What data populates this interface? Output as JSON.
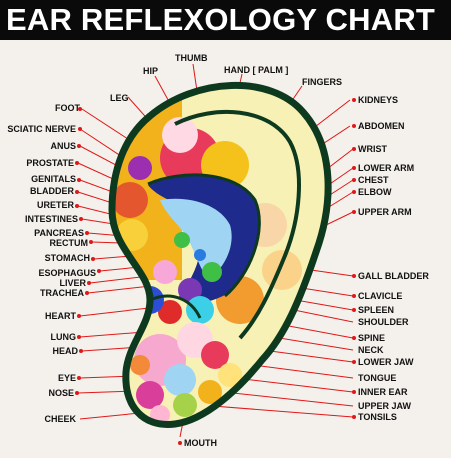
{
  "title": "EAR REFLEXOLOGY CHART",
  "colors": {
    "leader": "#e01818",
    "outline": "#0d3a1e",
    "title_bg": "#0a0a0a"
  },
  "labels": {
    "thumb": "THUMB",
    "hip": "HIP",
    "hand_palm": "HAND [ PALM ]",
    "fingers": "FINGERS",
    "leg": "LEG",
    "kidneys": "KIDNEYS",
    "foot": "FOOT",
    "sciatic_nerve": "SCIATIC NERVE",
    "abdomen": "ABDOMEN",
    "anus": "ANUS",
    "wrist": "WRIST",
    "prostate": "PROSTATE",
    "lower_arm": "LOWER ARM",
    "genitals": "GENITALS",
    "chest": "CHEST",
    "bladder": "BLADDER",
    "elbow": "ELBOW",
    "ureter": "URETER",
    "upper_arm": "UPPER ARM",
    "intestines": "INTESTINES",
    "pancreas": "PANCREAS",
    "rectum": "RECTUM",
    "stomach": "STOMACH",
    "esophagus": "ESOPHAGUS",
    "gall_bladder": "GALL BLADDER",
    "liver": "LIVER",
    "trachea": "TRACHEA",
    "clavicle": "CLAVICLE",
    "spleen": "SPLEEN",
    "heart": "HEART",
    "shoulder": "SHOULDER",
    "lung": "LUNG",
    "spine": "SPINE",
    "head": "HEAD",
    "neck": "NECK",
    "lower_jaw": "LOWER JAW",
    "eye": "EYE",
    "tongue": "TONGUE",
    "nose": "NOSE",
    "inner_ear": "INNER EAR",
    "upper_jaw": "UPPER JAW",
    "cheek": "CHEEK",
    "tonsils": "TONSILS",
    "mouth": "MOUTH"
  }
}
